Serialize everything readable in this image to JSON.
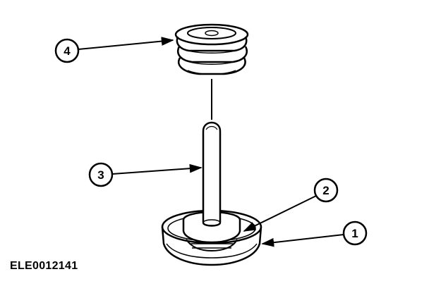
{
  "figure": {
    "id_label": "ELE0012141"
  },
  "callouts": [
    {
      "number": "1"
    },
    {
      "number": "2"
    },
    {
      "number": "3"
    },
    {
      "number": "4"
    }
  ],
  "colors": {
    "ink": "#000000",
    "paper": "#ffffff"
  }
}
